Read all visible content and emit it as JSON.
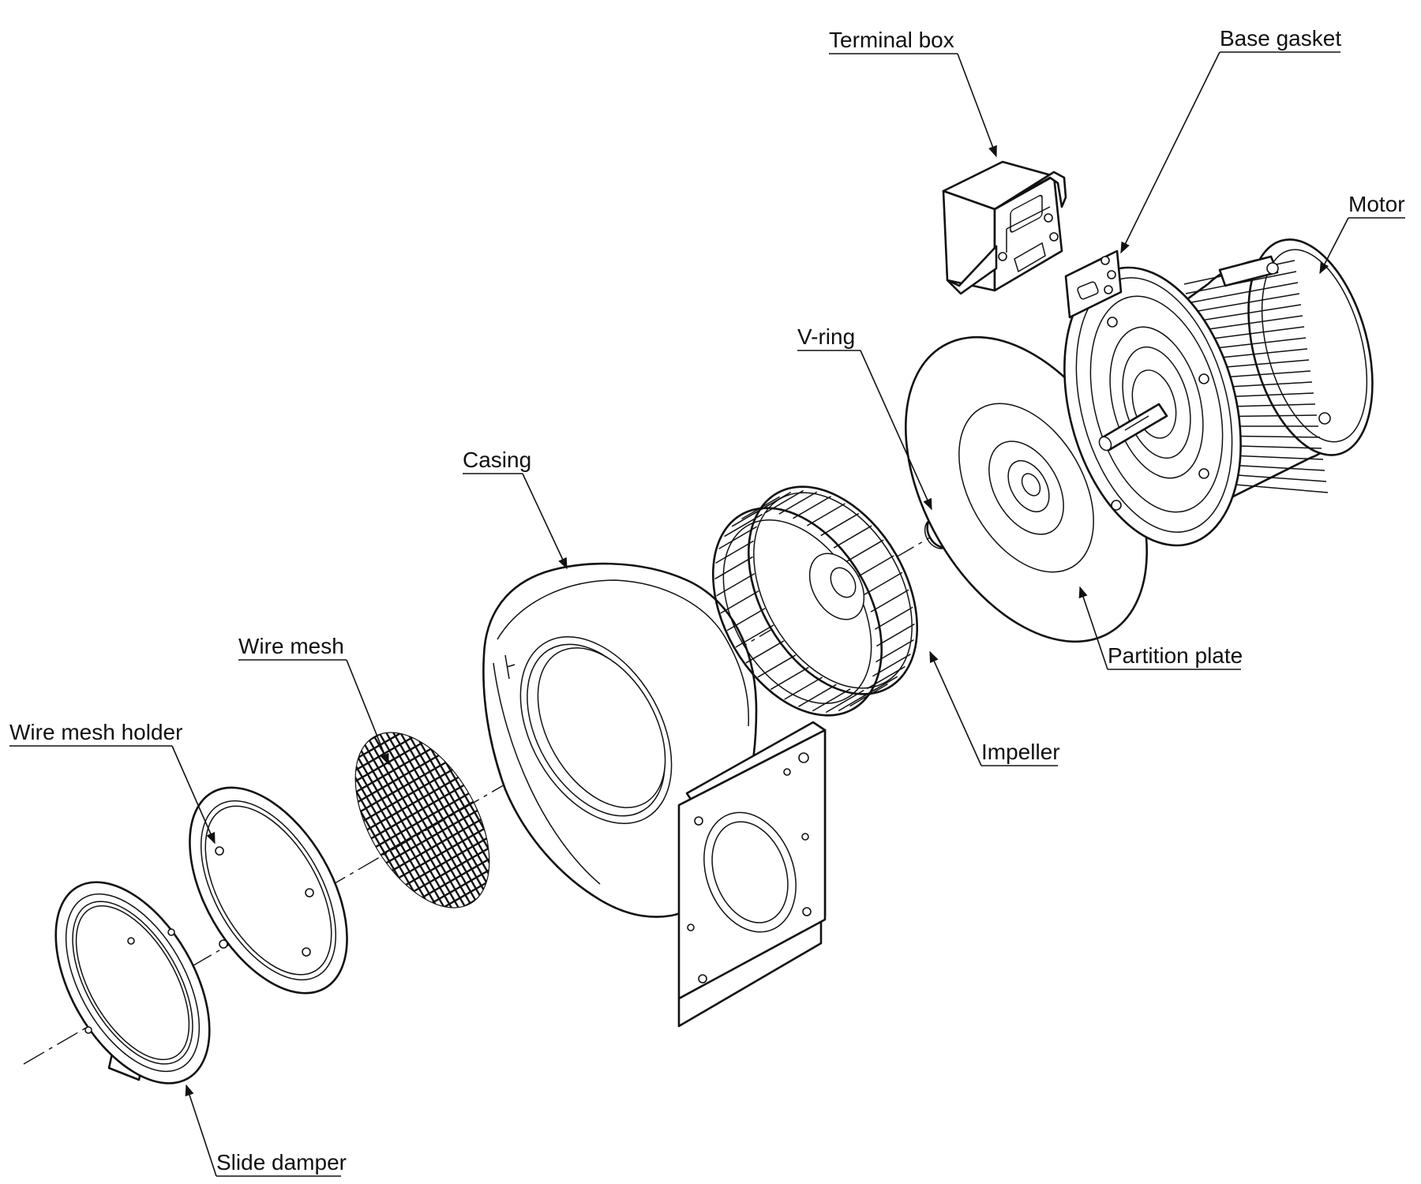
{
  "labels": {
    "terminal_box": "Terminal box",
    "base_gasket": "Base gasket",
    "motor": "Motor",
    "v_ring": "V-ring",
    "casing": "Casing",
    "partition_plate": "Partition plate",
    "wire_mesh": "Wire mesh",
    "wire_mesh_holder": "Wire mesh holder",
    "impeller": "Impeller",
    "slide_damper": "Slide damper"
  },
  "colors": {
    "ink": "#111111",
    "paper": "#ffffff"
  }
}
